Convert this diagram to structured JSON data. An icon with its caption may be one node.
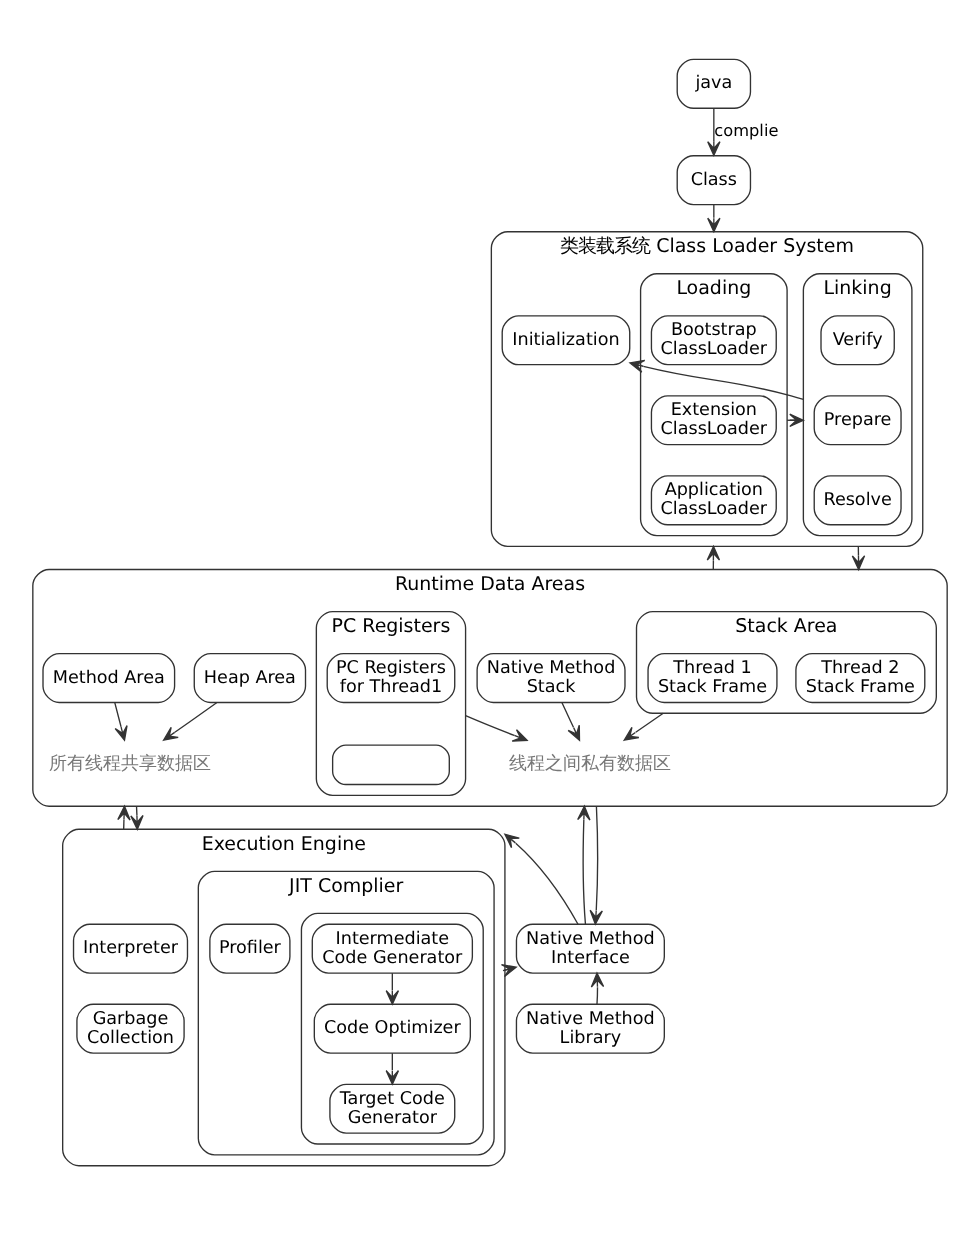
{
  "diagram": {
    "nodes": [
      {
        "text": [
          "java"
        ]
      },
      {
        "text": [
          "Class"
        ]
      },
      {
        "text": [
          "类装载系统 Class Loader System"
        ]
      },
      {
        "text": [
          "Loading"
        ],
        "in": 2
      },
      {
        "text": [
          "Bootstrap ClassLoader"
        ],
        "in": 3
      },
      {
        "text": [
          "Extension ClassLoader"
        ],
        "in": 3
      },
      {
        "text": [
          "Application ClassLoader"
        ],
        "in": 3
      },
      {
        "text": [
          "Linking"
        ],
        "in": 2
      },
      {
        "text": [
          "Verify"
        ],
        "in": 7
      },
      {
        "text": [
          "Prepare"
        ],
        "in": 7
      },
      {
        "text": [
          "Resolve"
        ],
        "in": 7
      },
      {
        "text": [
          "Initialization"
        ],
        "in": 2
      },
      {
        "text": [
          "Runtime Data Areas"
        ]
      },
      {
        "text": [
          "Method Area"
        ],
        "in": 12
      },
      {
        "text": [
          "Heap Area"
        ],
        "in": 12
      },
      {
        "text": [
          "Stack Area"
        ],
        "in": 12
      },
      {
        "text": [
          "Thread 1",
          "Stack Frame"
        ],
        "in": 15
      },
      {
        "text": [
          "Thread 2",
          "Stack Frame"
        ],
        "in": 15
      },
      {
        "text": [
          "PC Registers"
        ],
        "in": 12
      },
      {
        "text": [
          "PC Registers for Thread1"
        ],
        "in": 18
      },
      {
        "text": [],
        "shape": "box",
        "in": 18
      },
      {
        "text": [
          "Native Method Stack"
        ],
        "in": 12
      },
      {
        "text": [
          "所有线程共享数据区"
        ],
        "in": 12
      },
      {
        "text": [
          "线程之间私有数据区"
        ],
        "in": 12
      },
      {
        "text": [
          "Execution Engine"
        ]
      },
      {
        "text": [
          "Interpreter"
        ],
        "in": 24
      },
      {
        "text": [
          "Garbage Collection"
        ],
        "in": 24
      },
      {
        "text": [
          "JIT Complier"
        ],
        "in": 24
      },
      {
        "text": [],
        "shape": "box",
        "in": 27
      },
      {
        "text": [
          "Intermediate Code Generator"
        ],
        "in": 28
      },
      {
        "text": [
          "Code Optimizer"
        ],
        "in": 28
      },
      {
        "text": [
          "Target Code Generator"
        ],
        "in": 28
      },
      {
        "text": [
          "Profiler"
        ],
        "in": 27
      },
      {
        "text": [
          "Native Method Interface"
        ]
      },
      {
        "text": [
          "Native Method Library"
        ]
      }
    ],
    "edges": [
      {
        "from": 0,
        "to": 1,
        "label": "complie",
        "arrow": "to"
      },
      {
        "from": 1,
        "to": 2,
        "arrow": "to"
      },
      {
        "from": 3,
        "to": 7,
        "arrow": "to"
      },
      {
        "from": 7,
        "to": 11,
        "arrow": "to"
      },
      {
        "from": 12,
        "to": 2,
        "arrow": "to"
      },
      {
        "from": 2,
        "to": 12,
        "arrow": "to"
      },
      {
        "from": 13,
        "to": 22,
        "arrow": "to"
      },
      {
        "from": 14,
        "to": 22,
        "arrow": "to"
      },
      {
        "from": 15,
        "to": 23,
        "arrow": "to"
      },
      {
        "from": 18,
        "to": 23,
        "arrow": "to"
      },
      {
        "from": 21,
        "to": 23,
        "arrow": "to"
      },
      {
        "from": 24,
        "to": 12,
        "arrow": "to"
      },
      {
        "from": 12,
        "to": 24,
        "arrow": "to"
      },
      {
        "from": 33,
        "to": 12,
        "arrow": "to"
      },
      {
        "from": 12,
        "to": 33,
        "arrow": "to"
      },
      {
        "from": 24,
        "to": 33,
        "arrow": "to"
      },
      {
        "from": 33,
        "to": 24,
        "arrow": "to"
      },
      {
        "from": 34,
        "to": 33,
        "arrow": "to"
      },
      {
        "from": 29,
        "to": 30,
        "arrow": "to"
      },
      {
        "from": 30,
        "to": 31,
        "arrow": "to"
      }
    ]
  }
}
